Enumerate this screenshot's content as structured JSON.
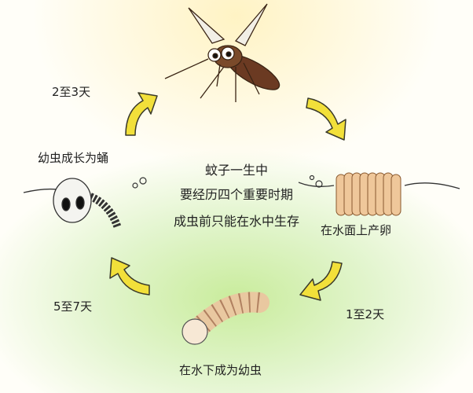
{
  "center_text": [
    "蚊子一生中",
    "要经历四个重要时期",
    "成虫前只能在水中生存"
  ],
  "stages": {
    "egg": "在水面上产卵",
    "larva": "在水下成为幼虫",
    "pupa": "幼虫成长为蛹"
  },
  "durations": {
    "egg_to_larva": "1至2天",
    "larva_to_pupa": "5至7天",
    "pupa_to_adult": "2至3天"
  },
  "colors": {
    "arrow": "#f2e03a",
    "arrow_outline": "#3a3a2a",
    "mosquito": "#6b3a22",
    "egg": "#efc79a"
  }
}
